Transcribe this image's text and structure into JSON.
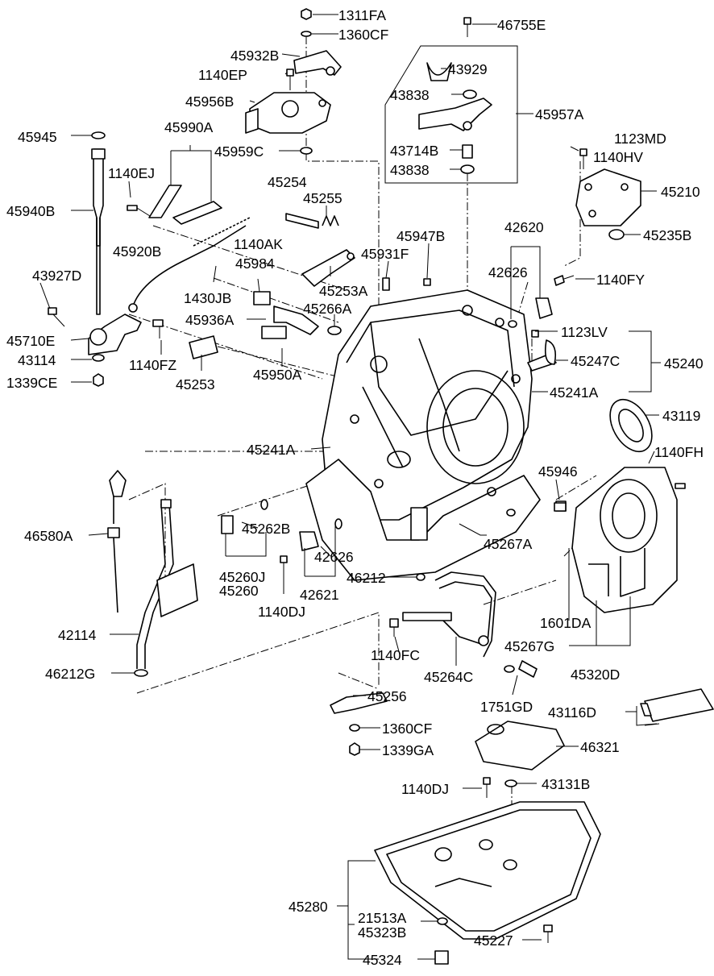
{
  "diagram": {
    "labels": {
      "p1311FA": "1311FA",
      "p1360CF_top": "1360CF",
      "p46755E": "46755E",
      "p45932B": "45932B",
      "p1140EP": "1140EP",
      "p43929": "43929",
      "p45956B": "45956B",
      "p43838_a": "43838",
      "p45957A": "45957A",
      "p45945": "45945",
      "p45990A": "45990A",
      "p45959C": "45959C",
      "p43714B": "43714B",
      "p1123MD": "1123MD",
      "p1140HV": "1140HV",
      "p43838_b": "43838",
      "p1140EJ": "1140EJ",
      "p45940B": "45940B",
      "p45254": "45254",
      "p45255": "45255",
      "p45210": "45210",
      "p42620": "42620",
      "p45235B": "45235B",
      "p45947B": "45947B",
      "p45920B": "45920B",
      "p1140AK": "1140AK",
      "p45931F": "45931F",
      "p45984": "45984",
      "p42626_top": "42626",
      "p1140FY": "1140FY",
      "p43927D": "43927D",
      "p1430JB": "1430JB",
      "p45253A": "45253A",
      "p45266A": "45266A",
      "p45936A": "45936A",
      "p1123LV": "1123LV",
      "p45710E": "45710E",
      "p45247C": "45247C",
      "p45240": "45240",
      "p43114": "43114",
      "p1140FZ": "1140FZ",
      "p1339CE": "1339CE",
      "p45253": "45253",
      "p45950A": "45950A",
      "p45241A_r": "45241A",
      "p43119": "43119",
      "p45241A_l": "45241A",
      "p1140FH": "1140FH",
      "p45946": "45946",
      "p46580A": "46580A",
      "p45262B": "45262B",
      "p45267A": "45267A",
      "p42626_mid": "42626",
      "p45260J": "45260J",
      "p45260": "45260",
      "p46212": "46212",
      "p42621": "42621",
      "p1140DJ_mid": "1140DJ",
      "p1601DA": "1601DA",
      "p42114": "42114",
      "p45267G": "45267G",
      "p1140FC": "1140FC",
      "p46212G": "46212G",
      "p45264C": "45264C",
      "p45320D": "45320D",
      "p45256": "45256",
      "p1751GD": "1751GD",
      "p43116D": "43116D",
      "p1360CF_bot": "1360CF",
      "p1339GA": "1339GA",
      "p46321": "46321",
      "p1140DJ_bot": "1140DJ",
      "p43131B": "43131B",
      "p45280": "45280",
      "p21513A": "21513A",
      "p45323B": "45323B",
      "p45227": "45227",
      "p45324": "45324"
    }
  }
}
